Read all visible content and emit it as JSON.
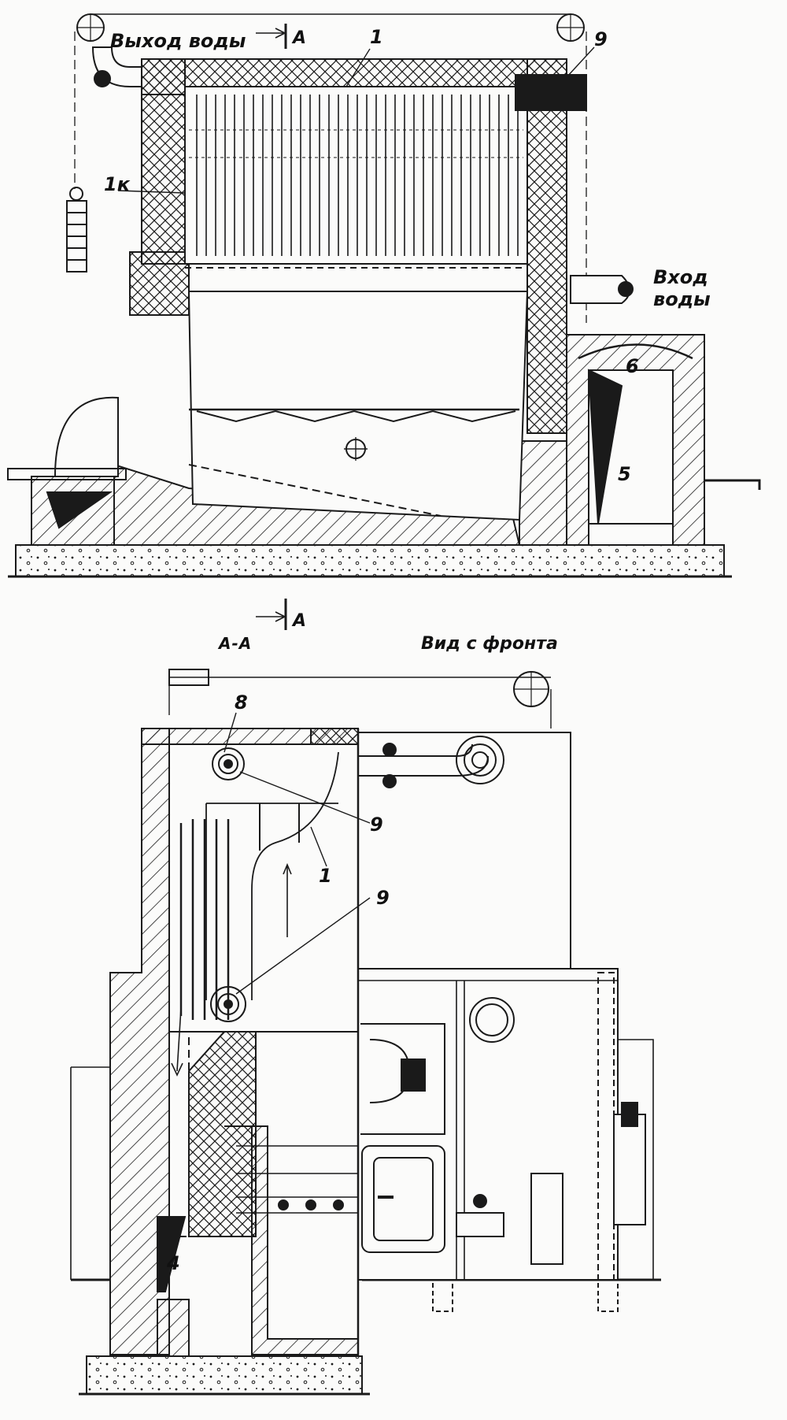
{
  "top_view": {
    "water_outlet": "Выход воды",
    "water_inlet_line1": "Вход",
    "water_inlet_line2": "воды",
    "section_mark_top": "A",
    "section_mark_bottom": "A",
    "callouts": {
      "c1": "1",
      "c1k": "1к",
      "c9": "9",
      "c6": "6",
      "c5": "5"
    }
  },
  "bottom_view": {
    "section_title": "А-А",
    "front_view_title": "Вид с фронта",
    "callouts": {
      "c8": "8",
      "c9a": "9",
      "c9b": "9",
      "c1": "1",
      "c4": "4"
    }
  },
  "colors": {
    "ink": "#1a1a1a",
    "paper": "#fbfbfa"
  }
}
